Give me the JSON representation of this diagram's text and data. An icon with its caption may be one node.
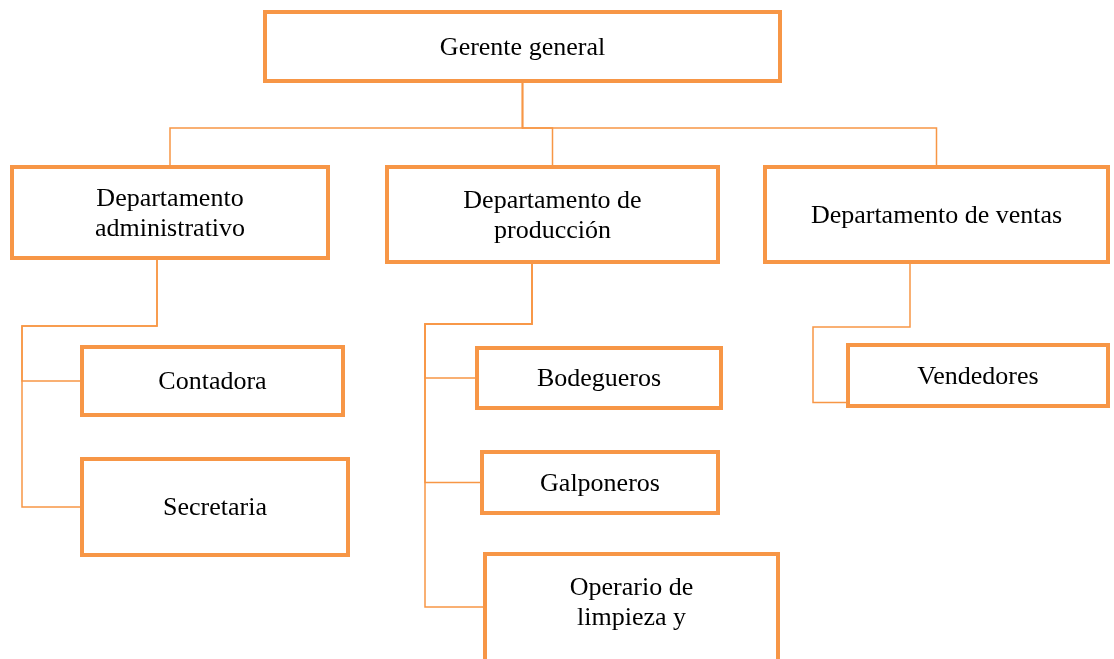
{
  "diagram": {
    "nodes": [
      {
        "text": [
          "Gerente general"
        ]
      },
      {
        "text": [
          "Departamento administrativo"
        ]
      },
      {
        "text": [
          "Departamento de producción"
        ]
      },
      {
        "text": [
          "Departamento de ventas"
        ]
      },
      {
        "text": [
          "Contadora"
        ]
      },
      {
        "text": [
          "Secretaria"
        ]
      },
      {
        "text": [
          "Bodegueros"
        ]
      },
      {
        "text": [
          "Galponeros"
        ]
      },
      {
        "text": [
          "Operario de limpieza y"
        ]
      },
      {
        "text": [
          "Vendedores"
        ]
      }
    ],
    "edges": [
      {
        "from": 0,
        "to": 1,
        "arrow": "none"
      },
      {
        "from": 0,
        "to": 2,
        "arrow": "none"
      },
      {
        "from": 0,
        "to": 3,
        "arrow": "none"
      },
      {
        "from": 1,
        "to": 4,
        "arrow": "none"
      },
      {
        "from": 1,
        "to": 5,
        "arrow": "none"
      },
      {
        "from": 2,
        "to": 6,
        "arrow": "none"
      },
      {
        "from": 2,
        "to": 7,
        "arrow": "none"
      },
      {
        "from": 2,
        "to": 8,
        "arrow": "none"
      },
      {
        "from": 3,
        "to": 9,
        "arrow": "none"
      }
    ]
  }
}
